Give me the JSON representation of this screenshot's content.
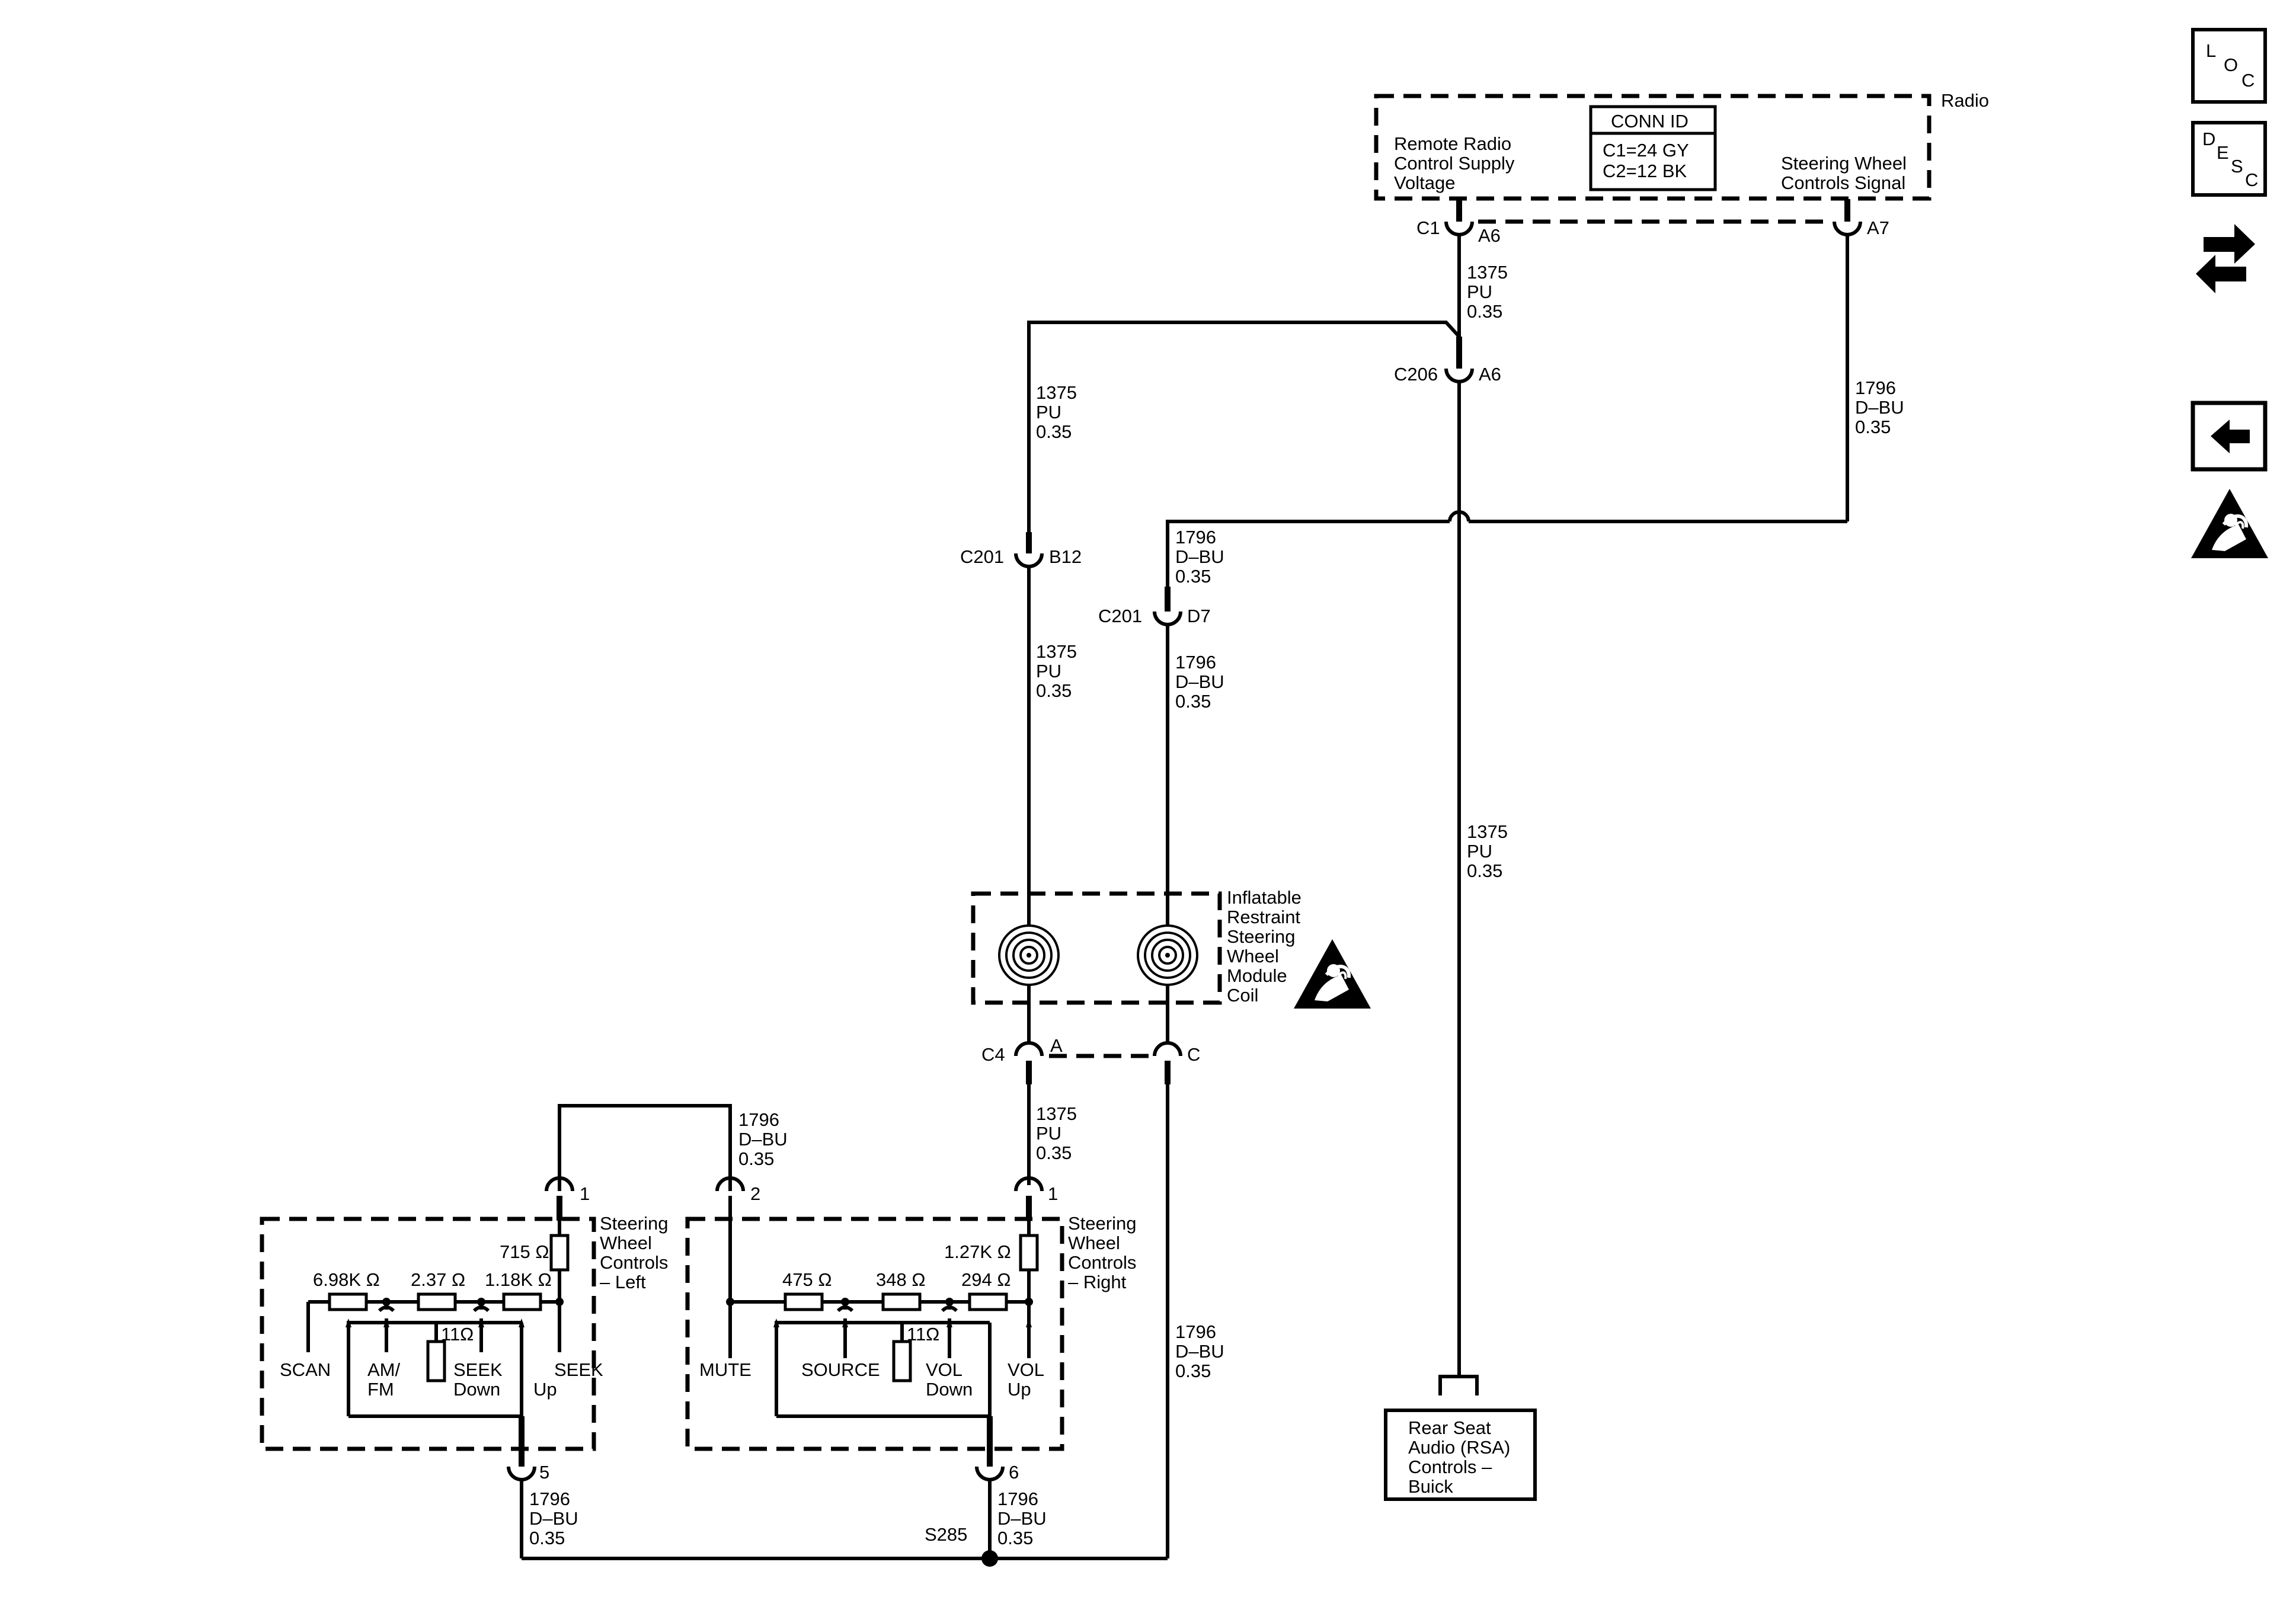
{
  "radio": {
    "name": "Radio",
    "left_label": [
      "Remote Radio",
      "Control Supply",
      "Voltage"
    ],
    "right_label": [
      "Steering Wheel",
      "Controls Signal"
    ],
    "conn_id_title": "CONN ID",
    "conn_id_lines": [
      "C1=24 GY",
      "C2=12 BK"
    ],
    "conn_c1": "C1",
    "pin_a6": "A6",
    "pin_a7": "A7"
  },
  "wires": {
    "pu_1375": [
      "1375",
      "PU",
      "0.35"
    ],
    "dbu_1796": [
      "1796",
      "D–BU",
      "0.35"
    ]
  },
  "connectors": {
    "c206": "C206",
    "c206_pin": "A6",
    "c201_b": "C201",
    "c201_b_pin": "B12",
    "c201_d": "C201",
    "c201_d_pin": "D7",
    "c4": "C4",
    "c4_pin_a": "A",
    "c4_pin_c": "C",
    "left_pin1": "1",
    "left_pin2": "2",
    "left_pin5": "5",
    "right_pin1": "1",
    "right_pin6": "6",
    "splice": "S285"
  },
  "coil_module": {
    "label": [
      "Inflatable",
      "Restraint",
      "Steering",
      "Wheel",
      "Module",
      "Coil"
    ]
  },
  "left_switch": {
    "label": [
      "Steering",
      "Wheel",
      "Controls",
      "– Left"
    ],
    "r_top": "715 Ω",
    "r1": "6.98K Ω",
    "r2": "2.37 Ω",
    "r3": "1.18K Ω",
    "r_shunt": "11Ω",
    "scan": "SCAN",
    "amfm": [
      "AM/",
      "FM"
    ],
    "seek_down": [
      "SEEK",
      "Down"
    ],
    "seek_up": [
      "SEEK",
      "Up"
    ]
  },
  "right_switch": {
    "label": [
      "Steering",
      "Wheel",
      "Controls",
      "– Right"
    ],
    "r_top": "1.27K Ω",
    "r1": "475 Ω",
    "r2": "348 Ω",
    "r3": "294 Ω",
    "r_shunt": "11Ω",
    "mute": "MUTE",
    "source": "SOURCE",
    "vol_down": [
      "VOL",
      "Down"
    ],
    "vol_up": [
      "VOL",
      "Up"
    ]
  },
  "rsa": {
    "label": [
      "Rear Seat",
      "Audio (RSA)",
      "Controls –",
      "Buick"
    ]
  },
  "side_icons": {
    "loc": [
      "L",
      "O",
      "C"
    ],
    "desc": [
      "D",
      "E",
      "S",
      "C"
    ],
    "icons": [
      "loc-icon",
      "desc-icon",
      "connector-view-icon",
      "back-arrow-icon",
      "airbag-warning-icon"
    ]
  }
}
